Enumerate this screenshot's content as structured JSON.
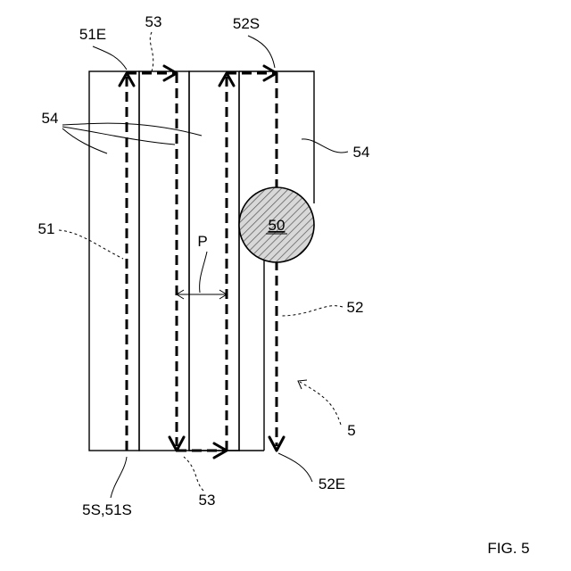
{
  "figure": {
    "caption": "FIG. 5",
    "labels": {
      "assembly": "5",
      "element": "50",
      "path_first": "51",
      "path_first_end": "51E",
      "path_start": "5S,51S",
      "path_second": "52",
      "path_second_start": "52S",
      "path_second_end": "52E",
      "turn_top": "53",
      "turn_bottom": "53",
      "strip_left": "54",
      "strip_right": "54",
      "pitch": "P"
    }
  }
}
